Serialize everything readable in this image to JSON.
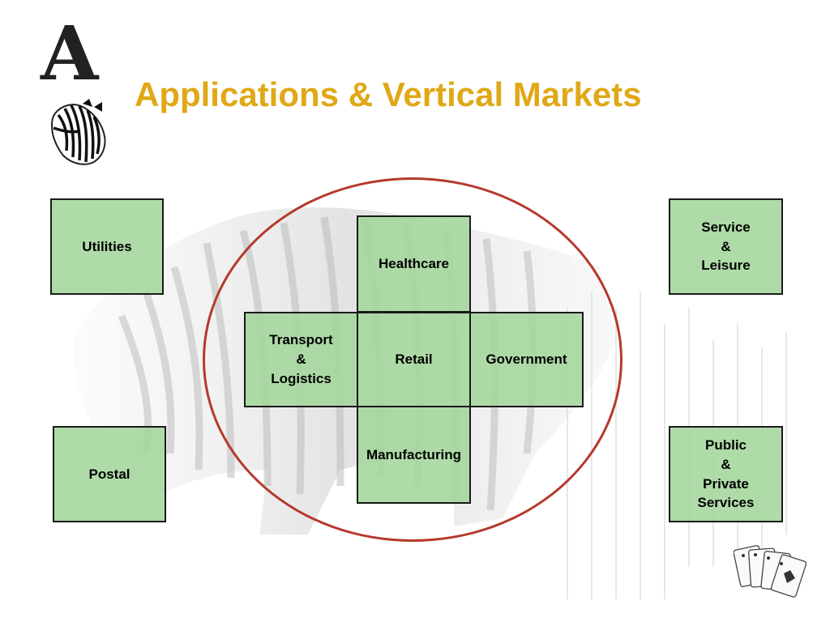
{
  "slide": {
    "title": "Applications & Vertical Markets",
    "logo_letter": "A",
    "accent_color": "#e0a816",
    "ring_color": "#b5392b",
    "box_color": "#a4d69c"
  },
  "diagram": {
    "center_cluster": {
      "top": "Healthcare",
      "left": "Transport\n&\nLogistics",
      "center": "Retail",
      "right": "Government",
      "bottom": "Manufacturing"
    },
    "corners": {
      "top_left": "Utilities",
      "top_right": "Service\n&\nLeisure",
      "bottom_left": "Postal",
      "bottom_right": "Public\n&\nPrivate\nServices"
    }
  },
  "decorations": {
    "logo_icon": "zebra-head-icon",
    "cards_icon": "playing-cards-icon",
    "background": "zebra-silhouette"
  }
}
